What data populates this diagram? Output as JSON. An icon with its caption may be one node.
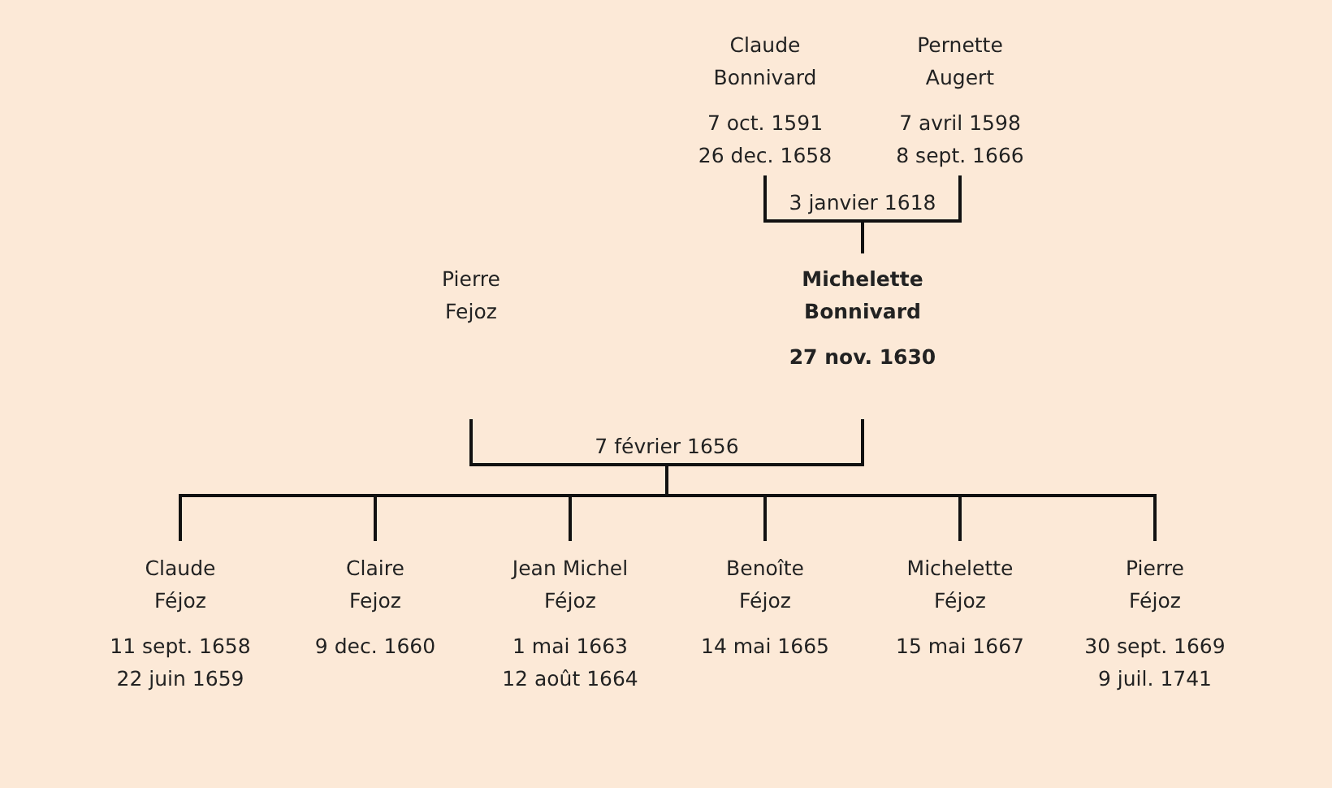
{
  "diagram": {
    "nodes": [
      {
        "text": [
          "Claude Bonnivard",
          "7 oct. 1591",
          "26 dec. 1658"
        ]
      },
      {
        "text": [
          "Pernette Augert",
          "7 avril 1598",
          "8 sept. 1666"
        ]
      },
      {
        "text": [
          "Pierre Fejoz"
        ]
      },
      {
        "text": [
          "Michelette Bonnivard",
          "27 nov. 1630"
        ]
      },
      {
        "text": [
          "Claude Féjoz",
          "11 sept. 1658",
          "22 juin 1659"
        ]
      },
      {
        "text": [
          "Claire Fejoz",
          "9 dec. 1660"
        ]
      },
      {
        "text": [
          "Jean Michel Féjoz",
          "1 mai 1663",
          "12 août 1664"
        ]
      },
      {
        "text": [
          "Benoîte Féjoz",
          "14 mai 1665"
        ]
      },
      {
        "text": [
          "Michelette Féjoz",
          "15 mai 1667"
        ]
      },
      {
        "text": [
          "Pierre Féjoz",
          "30 sept. 1669",
          "9 juil. 1741"
        ]
      }
    ],
    "edges": [
      {
        "from": 0,
        "to": 3,
        "arrow": "none",
        "label": "3 janvier 1618"
      },
      {
        "from": 1,
        "to": 3,
        "arrow": "none"
      },
      {
        "from": 2,
        "to": 4,
        "arrow": "none",
        "label": "7 février 1656"
      },
      {
        "from": 3,
        "to": 4,
        "arrow": "none"
      },
      {
        "from": 2,
        "to": 5,
        "arrow": "none"
      },
      {
        "from": 3,
        "to": 5,
        "arrow": "none"
      },
      {
        "from": 2,
        "to": 6,
        "arrow": "none"
      },
      {
        "from": 3,
        "to": 6,
        "arrow": "none"
      },
      {
        "from": 2,
        "to": 7,
        "arrow": "none"
      },
      {
        "from": 3,
        "to": 7,
        "arrow": "none"
      },
      {
        "from": 2,
        "to": 8,
        "arrow": "none"
      },
      {
        "from": 3,
        "to": 8,
        "arrow": "none"
      },
      {
        "from": 2,
        "to": 9,
        "arrow": "none"
      },
      {
        "from": 3,
        "to": 9,
        "arrow": "none"
      }
    ]
  }
}
